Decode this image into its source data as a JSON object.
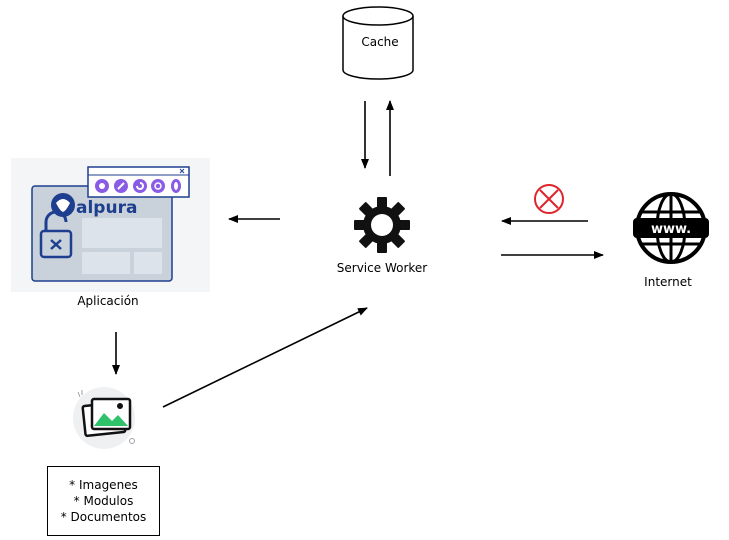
{
  "nodes": {
    "cache": {
      "label": "Cache"
    },
    "service_worker": {
      "label": "Service Worker"
    },
    "internet": {
      "label": "Internet",
      "globe_text": "www."
    },
    "app": {
      "label": "Aplicación",
      "brand": "alpura"
    }
  },
  "assets": {
    "items": [
      "* Imagenes",
      "* Modulos",
      "* Documentos"
    ]
  },
  "colors": {
    "blocked": "#e0242b",
    "app_blue": "#1e3f8f",
    "app_window": "#c9d1da",
    "app_bg": "#f3f5f7",
    "browser_purple": "#8a5ce6",
    "image_green": "#2ec26a"
  },
  "icons": [
    "database-icon",
    "gear-icon",
    "globe-icon",
    "blocked-icon",
    "padlock-icon",
    "browser-icons",
    "image-icon"
  ]
}
